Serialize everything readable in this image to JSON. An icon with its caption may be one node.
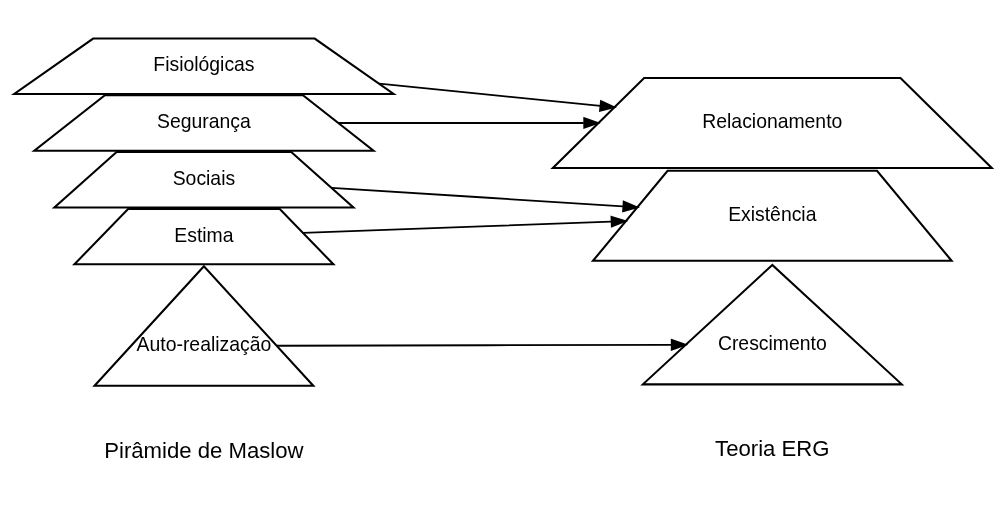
{
  "diagram": {
    "nodes": [
      {
        "text": [
          "Auto-realização"
        ]
      },
      {
        "text": [
          "Estima"
        ]
      },
      {
        "text": [
          "Sociais"
        ]
      },
      {
        "text": [
          "Segurança"
        ]
      },
      {
        "text": [
          "Fisiológicas"
        ]
      },
      {
        "text": [
          "Crescimento"
        ]
      },
      {
        "text": [
          "Existência"
        ]
      },
      {
        "text": [
          "Relacionamento"
        ]
      }
    ],
    "edges": [
      {
        "from": 0,
        "to": 5,
        "arrow": "to"
      },
      {
        "from": 1,
        "to": 6,
        "arrow": "to"
      },
      {
        "from": 2,
        "to": 6,
        "arrow": "to"
      },
      {
        "from": 3,
        "to": 7,
        "arrow": "to"
      },
      {
        "from": 4,
        "to": 7,
        "arrow": "to"
      }
    ],
    "labels": [
      "Pirâmide de Maslow",
      "Teoria ERG"
    ]
  }
}
